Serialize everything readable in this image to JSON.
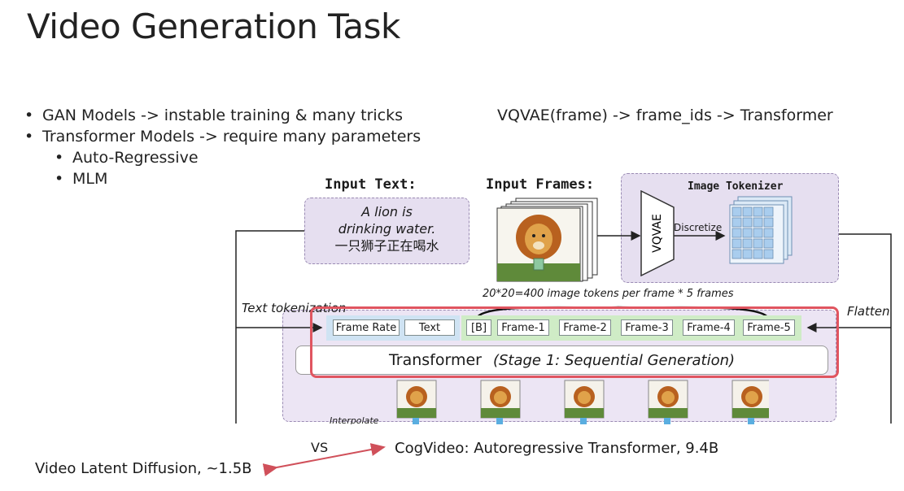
{
  "slide": {
    "title": "Video Generation Task"
  },
  "bullets": [
    {
      "text": "GAN Models -> instable training & many tricks",
      "level": 1
    },
    {
      "text": "Transformer Models -> require many parameters",
      "level": 1
    },
    {
      "text": "Auto-Regressive",
      "level": 2
    },
    {
      "text": "MLM",
      "level": 2
    }
  ],
  "vqvae_note": "VQVAE(frame) -> frame_ids -> Transformer",
  "diagram": {
    "input_text_label": "Input Text:",
    "input_text_en_1": "A lion is",
    "input_text_en_2": "drinking water.",
    "input_text_zh": "一只狮子正在喝水",
    "input_frames_label": "Input Frames:",
    "tokenizer_label": "Image Tokenizer",
    "vqvae_label": "VQVAE",
    "discretize_label": "Discretize",
    "tokens_caption": "20*20=400 image tokens per frame  *  5 frames",
    "text_tokenization_label": "Text tokenization",
    "flatten_label": "Flatten",
    "tokens": [
      "Frame Rate",
      "Text",
      "[B]",
      "Frame-1",
      "Frame-2",
      "Frame-3",
      "Frame-4",
      "Frame-5"
    ],
    "transformer_label": "Transformer",
    "stage_label": "(Stage 1: Sequential Generation)",
    "interpolate_label": "Interpolate"
  },
  "comparison": {
    "vs_label": "VS",
    "cogvideo": "CogVideo: Autoregressive Transformer, 9.4B",
    "latent_diffusion": "Video Latent Diffusion, ~1.5B"
  },
  "colors": {
    "highlight": "#e05560",
    "panel": "#e6dff0",
    "text_strip": "#cfe3f3",
    "frame_strip": "#cfecc6",
    "arrow": "#d0505a"
  }
}
